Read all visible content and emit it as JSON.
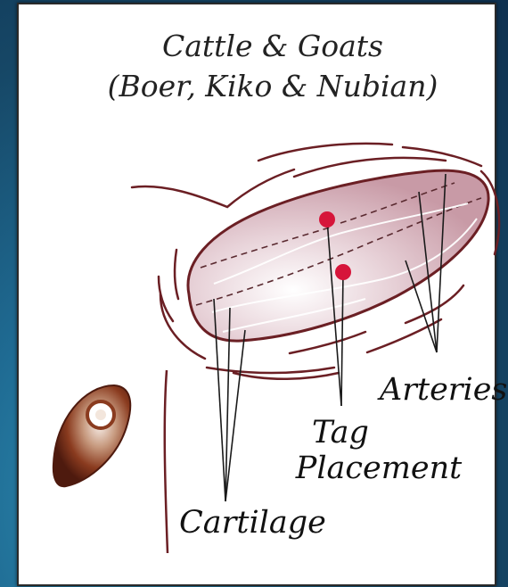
{
  "diagram": {
    "title_line1": "Cattle & Goats",
    "title_line2": "(Boer, Kiko & Nubian)",
    "labels": {
      "arteries": "Arteries",
      "tag_line1": "Tag",
      "tag_line2": "Placement",
      "cartilage": "Cartilage"
    },
    "colors": {
      "background": "#1c4f73",
      "ear_outline": "#6b1f24",
      "ear_fill": "#d9b7c0",
      "tag_dot": "#d6153a",
      "eye": "#7a2a18"
    }
  }
}
